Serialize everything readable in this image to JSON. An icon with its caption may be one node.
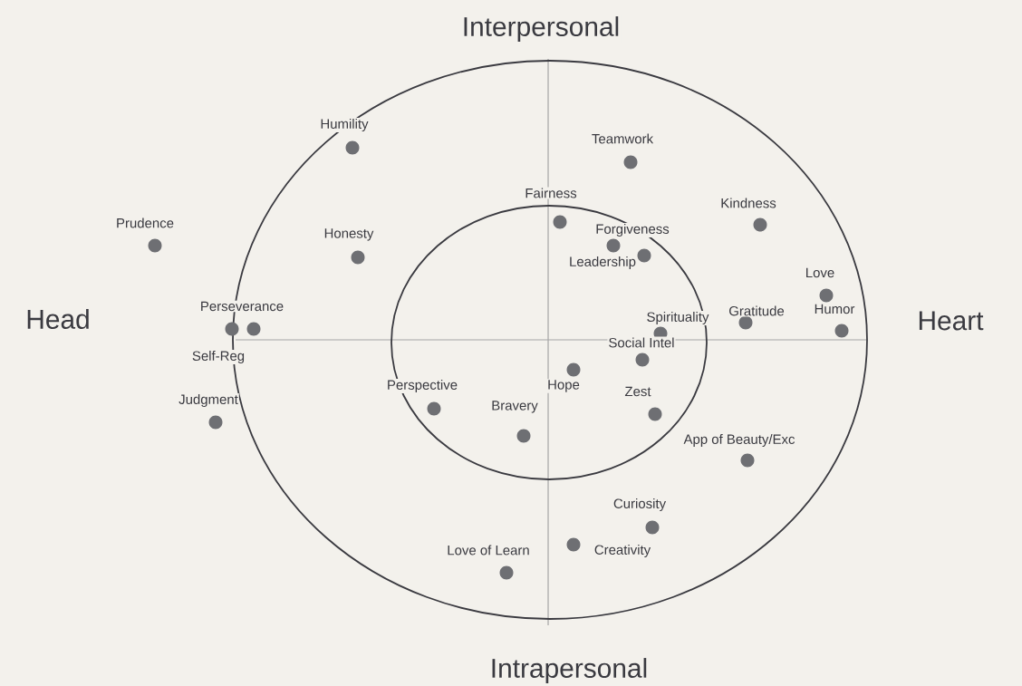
{
  "diagram": {
    "labels": [
      "Interpersonal",
      "Humility",
      "Teamwork",
      "Fairness",
      "Kindness",
      "Prudence",
      "Honesty",
      "Forgiveness",
      "Leadership",
      "Love",
      "Perseverance",
      "Spirituality",
      "Gratitude",
      "Humor",
      "Head",
      "Heart",
      "Social Intel",
      "Self-Reg",
      "Judgment",
      "Perspective",
      "Hope",
      "Zest",
      "Bravery",
      "App of Beauty/Exc",
      "Curiosity",
      "Love of Learn",
      "Creativity",
      "Intrapersonal"
    ]
  }
}
